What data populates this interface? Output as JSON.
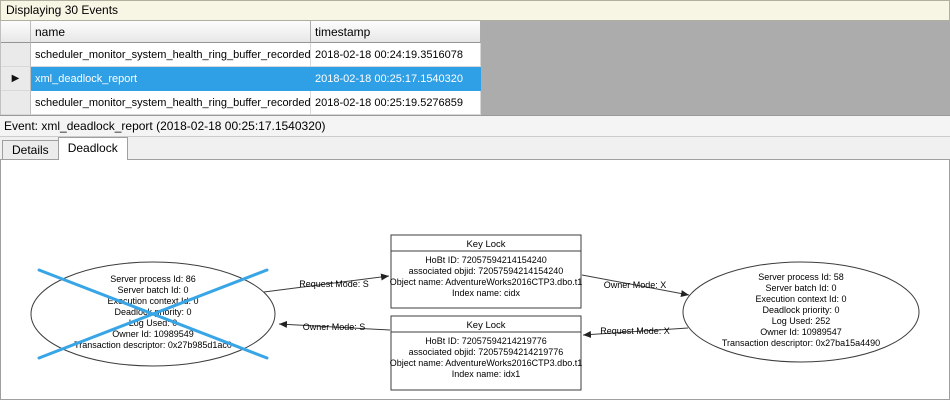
{
  "colors": {
    "selection_blue": "#2f9fe6",
    "victim_cross_blue": "#38a5e6"
  },
  "info_bar": {
    "title": "Displaying 30 Events"
  },
  "grid": {
    "columns": {
      "name": "name",
      "timestamp": "timestamp"
    },
    "selected_row_marker": "▶",
    "rows": [
      {
        "name": "scheduler_monitor_system_health_ring_buffer_recorded",
        "timestamp": "2018-02-18 00:24:19.3516078",
        "selected": false
      },
      {
        "name": "xml_deadlock_report",
        "timestamp": "2018-02-18 00:25:17.1540320",
        "selected": true
      },
      {
        "name": "scheduler_monitor_system_health_ring_buffer_recorded",
        "timestamp": "2018-02-18 00:25:19.5276859",
        "selected": false
      }
    ]
  },
  "event_bar": {
    "text": "Event: xml_deadlock_report (2018-02-18 00:25:17.1540320)"
  },
  "tabs": [
    {
      "label": "Details",
      "active": false
    },
    {
      "label": "Deadlock",
      "active": true
    }
  ],
  "deadlock_graph": {
    "processes": [
      {
        "victim": true,
        "lines": [
          "Server process Id: 86",
          "Server batch Id: 0",
          "Execution context Id: 0",
          "Deadlock priority: 0",
          "Log Used: 0",
          "Owner Id: 10989549",
          "Transaction descriptor: 0x27b985d1ac0"
        ]
      },
      {
        "victim": false,
        "lines": [
          "Server process Id: 58",
          "Server batch Id: 0",
          "Execution context Id: 0",
          "Deadlock priority: 0",
          "Log Used: 252",
          "Owner Id: 10989547",
          "Transaction descriptor: 0x27ba15a4490"
        ]
      }
    ],
    "locks": [
      {
        "title": "Key Lock",
        "lines": [
          "HoBt ID: 72057594214154240",
          "associated objid: 72057594214154240",
          "Object name: AdventureWorks2016CTP3.dbo.t1",
          "Index name: cidx"
        ]
      },
      {
        "title": "Key Lock",
        "lines": [
          "HoBt ID: 72057594214219776",
          "associated objid: 72057594214219776",
          "Object name: AdventureWorks2016CTP3.dbo.t1",
          "Index name: idx1"
        ]
      }
    ],
    "edges": [
      {
        "label": "Request Mode: S"
      },
      {
        "label": "Owner Mode: X"
      },
      {
        "label": "Owner Mode: S"
      },
      {
        "label": "Request Mode: X"
      }
    ]
  }
}
